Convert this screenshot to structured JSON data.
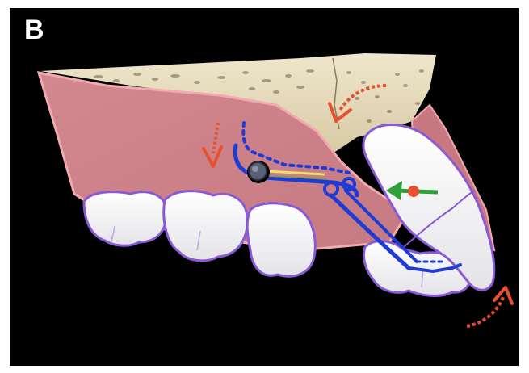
{
  "panel": {
    "label": "B",
    "background": "#000000"
  },
  "colors": {
    "bone": "#e6dcc0",
    "bone_pores": "#6e6448",
    "gingiva": "#d98d92",
    "gingiva_edge": "#f2aab0",
    "tooth": "#f2f2f4",
    "tooth_outline": "#8a5ad6",
    "wire": "#1e3bd6",
    "force_arrow": "#e8502e",
    "retraction_arrow": "#2fa03a",
    "spring": "#e6e26a",
    "screw": "#5a6078"
  },
  "elements": {
    "bone": "alveolar-bone",
    "gingiva": "gingiva",
    "teeth": [
      "tooth-1",
      "tooth-2",
      "tooth-3",
      "tooth-4",
      "canine"
    ],
    "appliance": [
      "mini-screw",
      "retraction-wire",
      "closed-coil-spring"
    ],
    "arrows": [
      "intrusion-arrow",
      "rotation-arrow-upper",
      "rotation-arrow-lower",
      "retraction-arrow"
    ]
  }
}
